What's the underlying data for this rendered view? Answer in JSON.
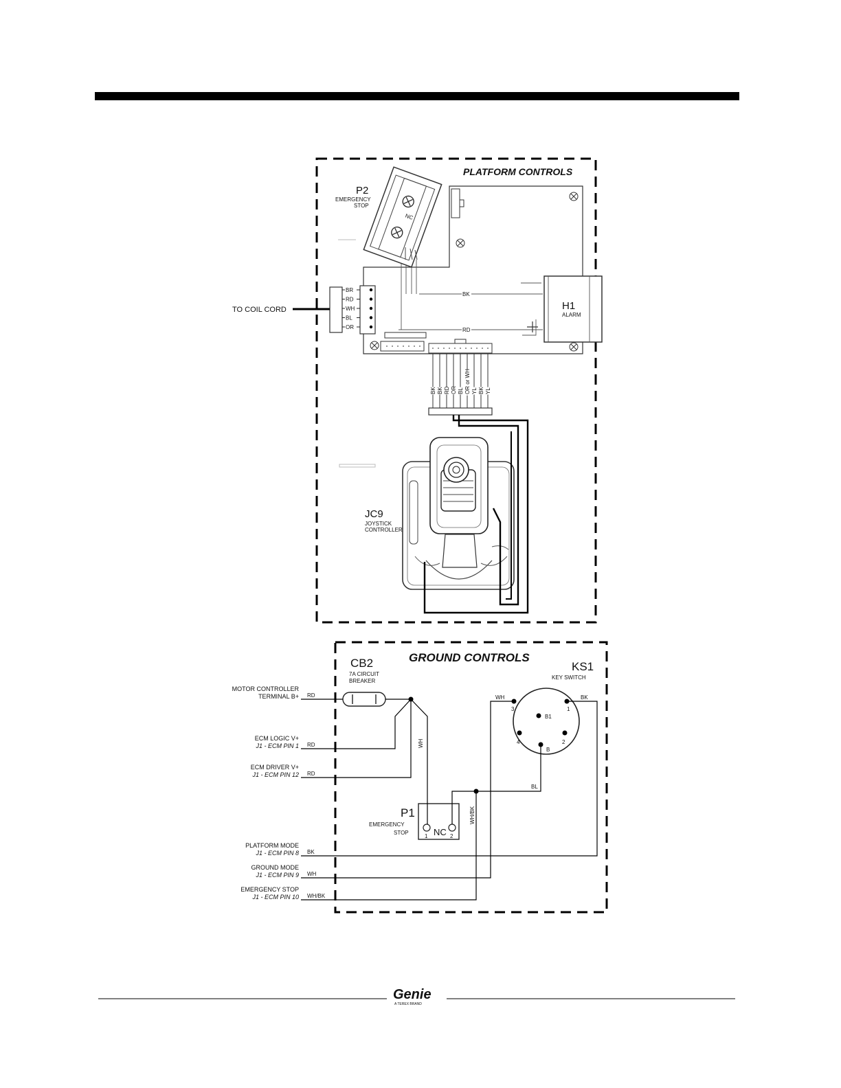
{
  "platform": {
    "title": "PLATFORM CONTROLS",
    "p2": {
      "ref": "P2",
      "line1": "EMERGENCY",
      "line2": "STOP",
      "contact": "NC"
    },
    "coil": {
      "label": "TO COIL CORD",
      "wires": [
        "BR",
        "RD",
        "WH",
        "BL",
        "OR"
      ]
    },
    "board_wires": {
      "top": "BK",
      "bottom": "RD"
    },
    "h1": {
      "ref": "H1",
      "sub": "ALARM"
    },
    "harness": {
      "wires": [
        "BK",
        "BK",
        "RD",
        "OR",
        "BL",
        "OR or WH",
        "YL",
        "BK",
        "YL"
      ]
    },
    "jc9": {
      "ref": "JC9",
      "line1": "JOYSTICK",
      "line2": "CONTROLLER"
    }
  },
  "ground": {
    "title": "GROUND CONTROLS",
    "cb2": {
      "ref": "CB2",
      "line1": "7A CIRCUIT",
      "line2": "BREAKER"
    },
    "ks1": {
      "ref": "KS1",
      "sub": "KEY SWITCH",
      "pins": [
        "3",
        "1",
        "B1",
        "4",
        "2",
        "B"
      ],
      "wire_left": "WH",
      "wire_right": "BK",
      "wire_bottom": "BL"
    },
    "p1": {
      "ref": "P1",
      "line1": "EMERGENCY",
      "line2": "STOP",
      "contact": "NC",
      "pin1": "1",
      "pin2": "2"
    },
    "vertical_wires": {
      "cb2_to_p1": "WH",
      "p1_to_es": "WH/BK"
    },
    "connections": [
      {
        "line1": "MOTOR CONTROLLER",
        "line2": "TERMINAL B+",
        "wire": "RD"
      },
      {
        "line1": "ECM LOGIC V+",
        "line2": "J1 - ECM PIN 1",
        "wire": "RD"
      },
      {
        "line1": "ECM DRIVER V+",
        "line2": "J1 - ECM PIN 12",
        "wire": "RD"
      },
      {
        "line1": "PLATFORM MODE",
        "line2": "J1 - ECM PIN 8",
        "wire": "BK"
      },
      {
        "line1": "GROUND MODE",
        "line2": "J1 - ECM PIN 9",
        "wire": "WH"
      },
      {
        "line1": "EMERGENCY STOP",
        "line2": "J1 - ECM PIN 10",
        "wire": "WH/BK"
      }
    ]
  },
  "footer": {
    "brand": "Genie",
    "tagline": "A TEREX BRAND"
  }
}
